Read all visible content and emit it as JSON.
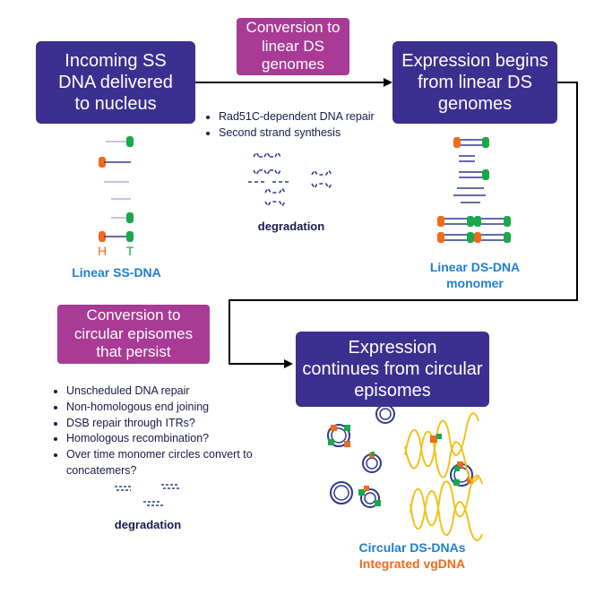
{
  "nodes": {
    "incoming": "Incoming SS\nDNA delivered\nto nucleus",
    "conversion_linear": "Conversion to\nlinear DS\ngenomes",
    "expression_begins": "Expression begins\nfrom linear DS\ngenomes",
    "conversion_circular": "Conversion to\ncircular episomes\nthat persist",
    "expression_continues": "Expression\ncontinues from circular\nepisomes"
  },
  "top_bullets": [
    "Rad51C-dependent DNA repair",
    "Second strand synthesis"
  ],
  "bottom_bullets": [
    "Unscheduled DNA repair",
    "Non-homologous end joining",
    "DSB repair through ITRs?",
    "Homologous recombination?",
    "Over time monomer circles convert to concatemers?"
  ],
  "labels": {
    "degradation_top": "degradation",
    "degradation_bottom": "degradation",
    "linear_ss": "Linear SS-DNA",
    "linear_ds": "Linear DS-DNA\nmonomer",
    "circular_ds": "Circular DS-DNAs",
    "integrated": "Integrated vgDNA",
    "h_letter": "H",
    "t_letter": "T"
  },
  "colors": {
    "node_blue": "#3c2f8f",
    "node_magenta": "#a93a95",
    "strand": "#2e3a8c",
    "end_orange": "#f26a1b",
    "end_green": "#19a84a",
    "label_blue": "#1f7fcf",
    "label_orange": "#f26a1b",
    "helix_yellow": "#f2c21b",
    "dark_text": "#1a1a4a"
  }
}
